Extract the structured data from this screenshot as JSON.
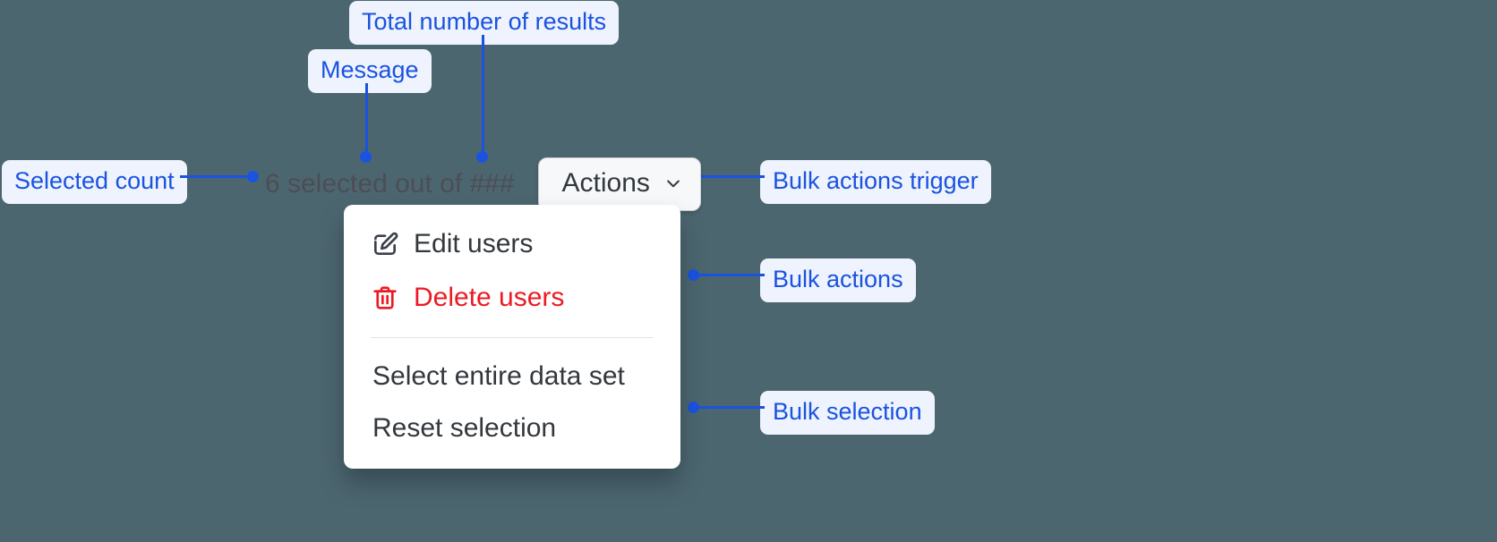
{
  "canvas": {
    "background_color": "#4c6670",
    "annotation_color": "#1a53e0",
    "annotation_chip_bg": "#eef3fe"
  },
  "bulk_bar": {
    "selected_count_text": "6 selected out of ###",
    "count_value": "6",
    "total_placeholder": "###",
    "actions_button": {
      "label": "Actions",
      "chevron_icon": "chevron-down-icon",
      "expanded": "true"
    }
  },
  "menu": {
    "groups": [
      {
        "name": "bulk-actions",
        "items": [
          {
            "label": "Edit users",
            "icon": "edit-pencil-square-icon",
            "tone": "default"
          },
          {
            "label": "Delete users",
            "icon": "trash-icon",
            "tone": "danger",
            "color": "#eb1b23"
          }
        ]
      },
      {
        "name": "bulk-selection",
        "items": [
          {
            "label": "Select entire data set",
            "icon": "none",
            "tone": "default"
          },
          {
            "label": "Reset selection",
            "icon": "none",
            "tone": "default"
          }
        ]
      }
    ]
  },
  "annotations": [
    {
      "id": "total-number-of-results",
      "label": "Total number of results"
    },
    {
      "id": "message",
      "label": "Message"
    },
    {
      "id": "selected-count",
      "label": "Selected count"
    },
    {
      "id": "bulk-actions-trigger",
      "label": "Bulk actions trigger"
    },
    {
      "id": "bulk-actions",
      "label": "Bulk actions"
    },
    {
      "id": "bulk-selection",
      "label": "Bulk selection"
    }
  ]
}
